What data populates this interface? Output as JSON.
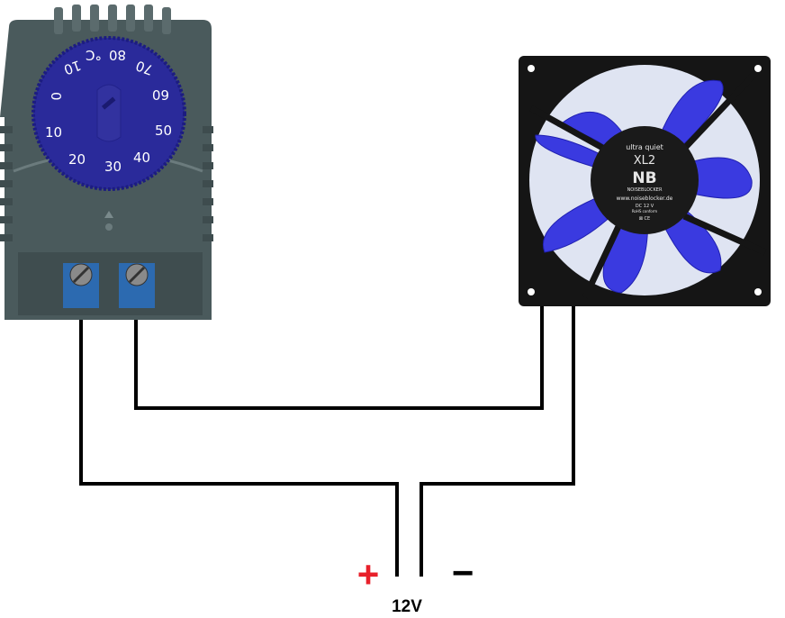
{
  "thermostat": {
    "dial_numbers": [
      "0",
      "10",
      "20",
      "30",
      "40",
      "50",
      "60",
      "70",
      "80",
      "°C",
      "10"
    ],
    "colors": {
      "body": "#4a5a5c",
      "dial": "#2a2a9a"
    }
  },
  "fan": {
    "brand_line1": "ultra quiet",
    "model": "XL2",
    "logo": "NB",
    "brand": "NOISEBLOCKER",
    "url": "www.noiseblocker.de",
    "voltage": "DC 12 V",
    "rohs": "RoHS conform",
    "marks": "⊠ CE",
    "colors": {
      "frame": "#151515",
      "blade": "#3a3ae0"
    }
  },
  "power": {
    "plus": "+",
    "minus": "−",
    "label": "12V",
    "colors": {
      "plus": "#e8202a",
      "wire": "#000000"
    }
  }
}
